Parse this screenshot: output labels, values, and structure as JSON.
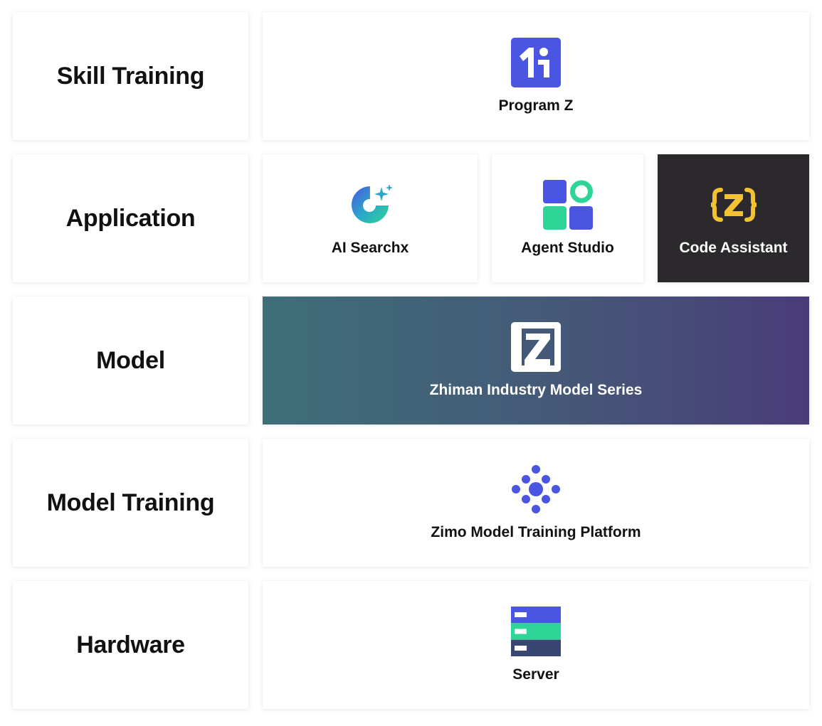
{
  "layers": {
    "skill_training": {
      "label": "Skill Training",
      "products": [
        {
          "name": "Program Z",
          "icon": "program-z-logo"
        }
      ]
    },
    "application": {
      "label": "Application",
      "products": [
        {
          "name": "AI Searchx",
          "icon": "ai-searchx-logo"
        },
        {
          "name": "Agent Studio",
          "icon": "agent-studio-logo"
        },
        {
          "name": "Code Assistant",
          "icon": "code-assistant-logo"
        }
      ]
    },
    "model": {
      "label": "Model",
      "products": [
        {
          "name": "Zhiman Industry Model Series",
          "icon": "zhiman-z-logo"
        }
      ]
    },
    "model_training": {
      "label": "Model Training",
      "products": [
        {
          "name": "Zimo Model Training Platform",
          "icon": "zimo-dots-logo"
        }
      ]
    },
    "hardware": {
      "label": "Hardware",
      "products": [
        {
          "name": "Server",
          "icon": "server-icon"
        }
      ]
    }
  },
  "colors": {
    "brand_blue": "#4a56e2",
    "brand_green": "#2fd597",
    "brand_navy": "#3a4672",
    "code_assistant_bg": "#2b292c",
    "code_assistant_accent": "#f2c232",
    "model_gradient_start": "#3e6f79",
    "model_gradient_end": "#4a3c7a"
  }
}
